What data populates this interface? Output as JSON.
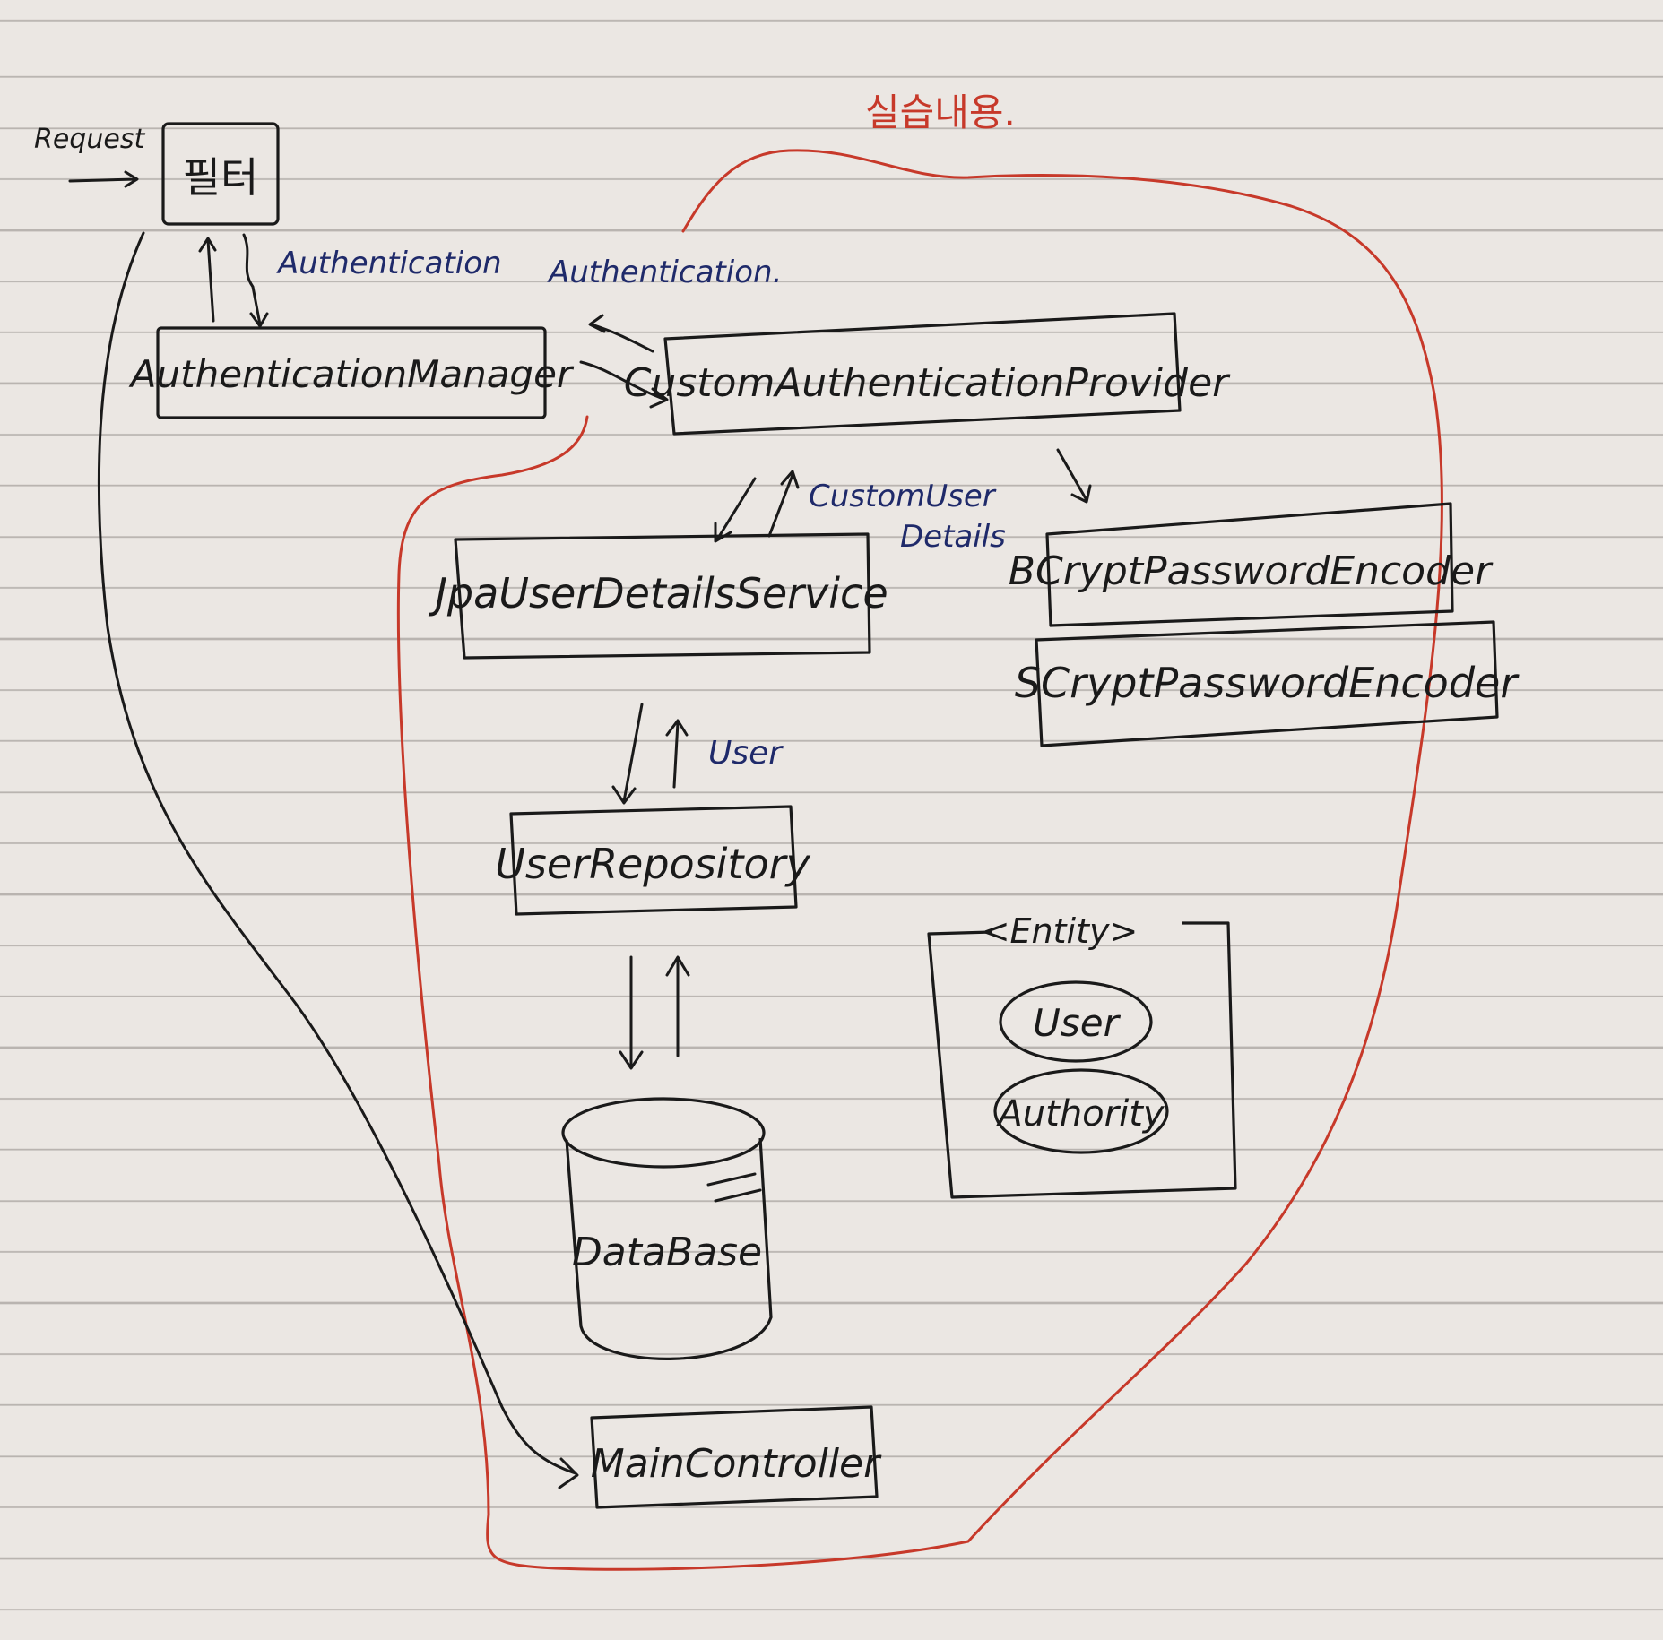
{
  "labels": {
    "request": "Request",
    "filter": "필터",
    "authentication_1": "Authentication",
    "authentication_2": "Authentication.",
    "authentication_manager": "AuthenticationManager",
    "custom_authentication_provider": "CustomAuthenticationProvider",
    "custom_user_details_line1": "CustomUser",
    "custom_user_details_line2": "Details",
    "jpa_user_details_service": "JpaUserDetailsService",
    "bcrypt_password_encoder": "BCryptPasswordEncoder",
    "scrypt_password_encoder": "SCryptPasswordEncoder",
    "user_label": "User",
    "user_repository": "UserRepository",
    "entity_title": "<Entity>",
    "entity_user": "User",
    "entity_authority": "Authority",
    "database": "DataBase",
    "main_controller": "MainController",
    "boundary_title": "실습내용."
  },
  "colors": {
    "ink": "#1a1a1a",
    "blue_ink": "#1f2a6a",
    "red_ink": "#c7392a",
    "paper": "#ebe7e3",
    "rule_line": "#b9b4b0"
  }
}
